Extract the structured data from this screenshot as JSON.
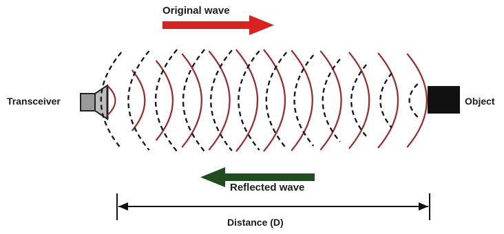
{
  "labels": {
    "original_wave": "Original wave",
    "reflected_wave": "Reflected wave",
    "transceiver": "Transceiver",
    "object": "Object",
    "distance": "Distance (D)"
  },
  "colors": {
    "original_arrow": "#d8221f",
    "reflected_arrow": "#1f4d1f",
    "transmitted_wave": "#9c2a2a",
    "reflected_wave": "#1a1a1a",
    "object_block": "#111111",
    "transceiver_body": "#9a9a9a"
  }
}
